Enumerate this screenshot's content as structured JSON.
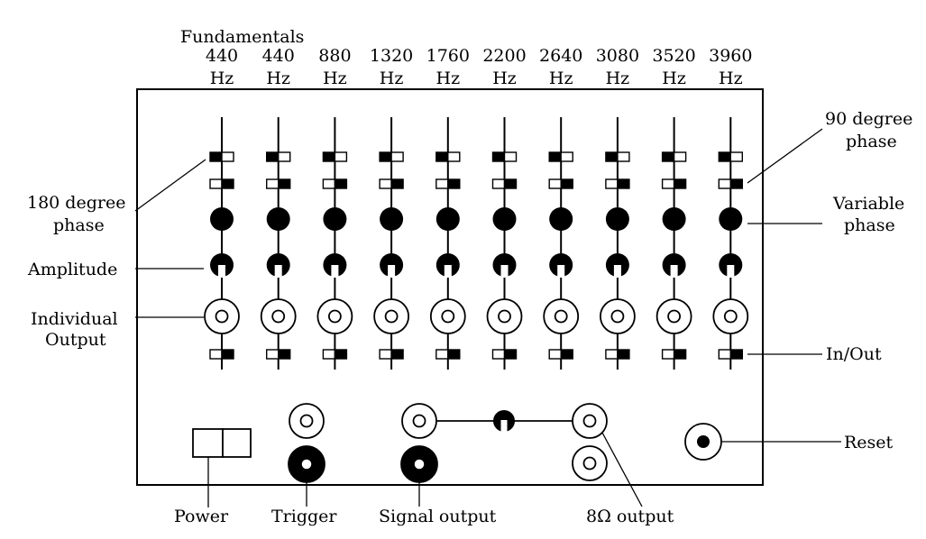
{
  "header": {
    "title": "Fundamentals",
    "channels": [
      {
        "freq": "440",
        "unit": "Hz"
      },
      {
        "freq": "440",
        "unit": "Hz"
      },
      {
        "freq": "880",
        "unit": "Hz"
      },
      {
        "freq": "1320",
        "unit": "Hz"
      },
      {
        "freq": "1760",
        "unit": "Hz"
      },
      {
        "freq": "2200",
        "unit": "Hz"
      },
      {
        "freq": "2640",
        "unit": "Hz"
      },
      {
        "freq": "3080",
        "unit": "Hz"
      },
      {
        "freq": "3520",
        "unit": "Hz"
      },
      {
        "freq": "3960",
        "unit": "Hz"
      }
    ]
  },
  "labels": {
    "phase180_line1": "180 degree",
    "phase180_line2": "phase",
    "amplitude": "Amplitude",
    "individual_line1": "Individual",
    "individual_line2": "Output",
    "phase90_line1": "90 degree",
    "phase90_line2": "phase",
    "variable_line1": "Variable",
    "variable_line2": "phase",
    "in_out": "In/Out",
    "reset": "Reset",
    "power": "Power",
    "trigger": "Trigger",
    "signal_output": "Signal output",
    "ohm_output": "8Ω output"
  }
}
